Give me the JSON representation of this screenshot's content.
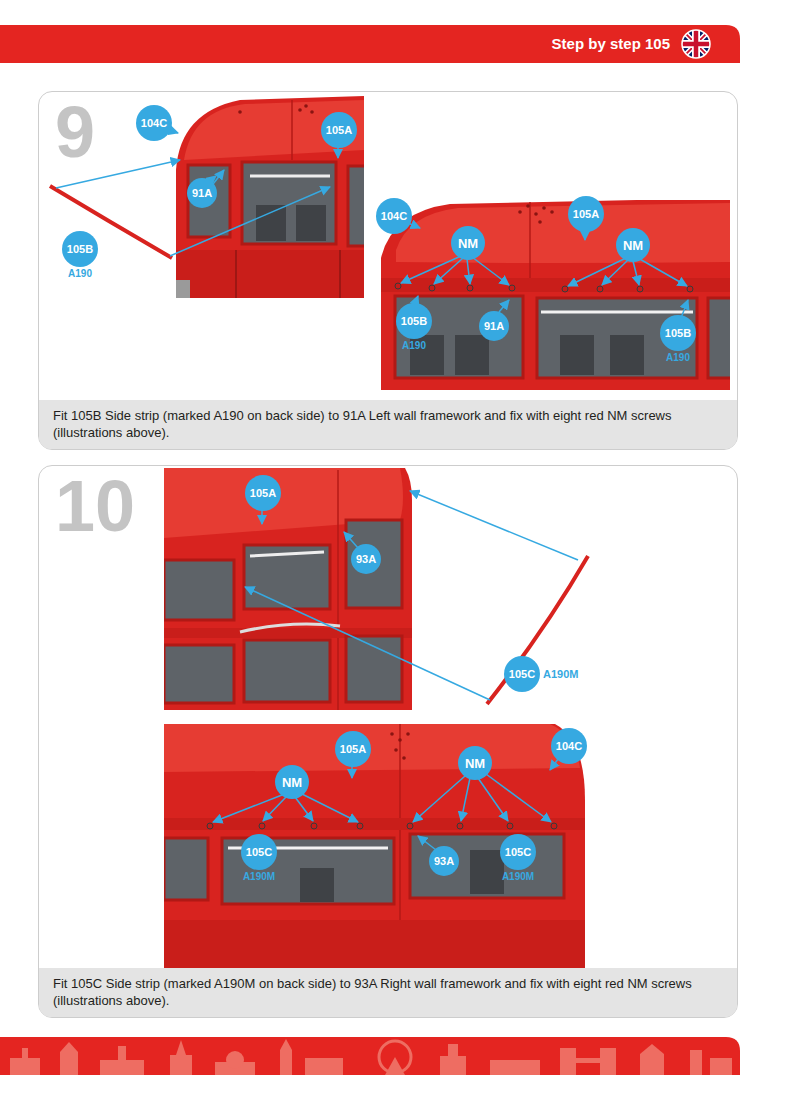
{
  "diagram": {
    "nodes": [
      {
        "text": [
          "Step by step 105"
        ]
      },
      {
        "text": [
          "9",
          "Fit 105B Side strip (marked A190 on back side) to 91A Left wall framework and fix with eight red NM screws (illustrations above)."
        ]
      },
      {
        "text": [
          "104C"
        ],
        "in": 1
      },
      {
        "text": [
          "105A"
        ],
        "in": 1
      },
      {
        "text": [
          "91A"
        ],
        "in": 1
      },
      {
        "text": [
          "105B",
          "A190"
        ],
        "in": 1
      },
      {
        "text": [
          "104C"
        ],
        "in": 1
      },
      {
        "text": [
          "105A"
        ],
        "in": 1
      },
      {
        "text": [
          "NM"
        ],
        "in": 1
      },
      {
        "text": [
          "NM"
        ],
        "in": 1
      },
      {
        "text": [
          "105B",
          "A190"
        ],
        "in": 1
      },
      {
        "text": [
          "91A"
        ],
        "in": 1
      },
      {
        "text": [
          "105B",
          "A190"
        ],
        "in": 1
      },
      {
        "text": [
          "10",
          "Fit 105C Side strip (marked A190M on back side) to 93A Right wall framework and fix with eight red NM screws (illustrations above)."
        ]
      },
      {
        "text": [
          "105A"
        ],
        "in": 13
      },
      {
        "text": [
          "93A"
        ],
        "in": 13
      },
      {
        "text": [
          "105C",
          "A190M"
        ],
        "in": 13
      },
      {
        "text": [
          "105A"
        ],
        "in": 13
      },
      {
        "text": [
          "104C"
        ],
        "in": 13
      },
      {
        "text": [
          "NM"
        ],
        "in": 13
      },
      {
        "text": [
          "NM"
        ],
        "in": 13
      },
      {
        "text": [
          "105C",
          "A190M"
        ],
        "in": 13
      },
      {
        "text": [
          "93A"
        ],
        "in": 13
      },
      {
        "text": [
          "105C",
          "A190M"
        ],
        "in": 13
      }
    ]
  }
}
